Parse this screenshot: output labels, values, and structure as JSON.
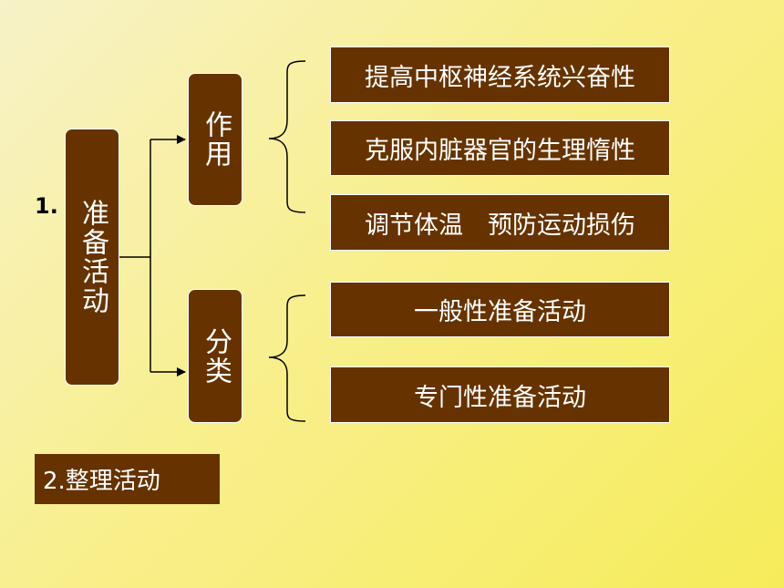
{
  "main": {
    "number": "1.",
    "title": "准备活动",
    "branches": [
      {
        "label": "作用",
        "items": [
          "提高中枢神经系统兴奋性",
          "克服内脏器官的生理惰性",
          "调节体温　预防运动损伤"
        ]
      },
      {
        "label": "分类",
        "items": [
          "一般性准备活动",
          "专门性准备活动"
        ]
      }
    ]
  },
  "footer": {
    "label": "2.整理活动"
  },
  "colors": {
    "box": "#663300",
    "text": "#ffffff",
    "line": "#000000"
  }
}
